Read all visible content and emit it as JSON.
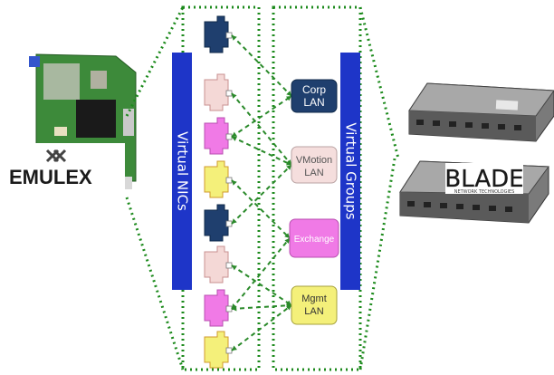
{
  "logo": {
    "text": "EMULEX"
  },
  "virtual_nics": {
    "label": "Virtual NICs"
  },
  "virtual_groups": {
    "label": "Virtual Groups"
  },
  "switch_logo": {
    "text": "BLADE",
    "subtext": "NETWORK TECHNOLOGIES"
  },
  "groups": [
    {
      "line1": "Corp",
      "line2": "LAN",
      "fill": "#1f3f6e",
      "text_color": "#ffffff",
      "border": "#0f2a4a"
    },
    {
      "line1": "VMotion",
      "line2": "LAN",
      "fill": "#f5dedd",
      "text_color": "#555555",
      "border": "#b9a3a3"
    },
    {
      "line1": "Exchange",
      "line2": "",
      "fill": "#f07ae6",
      "text_color": "#ffffff",
      "border": "#b84fb0"
    },
    {
      "line1": "Mgmt",
      "line2": "LAN",
      "fill": "#f4f07a",
      "text_color": "#333333",
      "border": "#a6a23c"
    }
  ],
  "nic_colors": [
    "#1f3f6e",
    "#f4d8d6",
    "#f07ae6",
    "#f4f07a",
    "#1f3f6e",
    "#f4d8d6",
    "#f07ae6",
    "#f4f07a"
  ],
  "colors": {
    "bar": "#1e35c8",
    "dotted": "#1c8a1c",
    "arrow": "#2a8a2a"
  }
}
